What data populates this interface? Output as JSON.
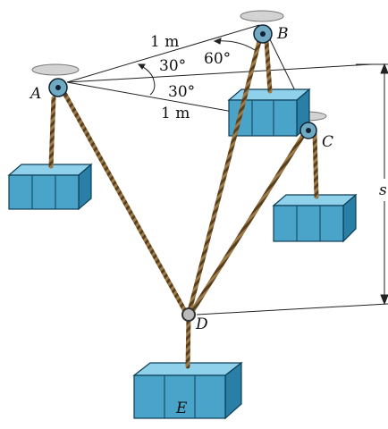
{
  "labels": {
    "point_a": "A",
    "point_b": "B",
    "point_c": "C",
    "point_d": "D",
    "point_e": "E",
    "length_ab": "1 m",
    "length_ac": "1 m",
    "angle_upper": "30°",
    "angle_lower": "30°",
    "angle_b": "60°",
    "dimension_s": "s"
  },
  "colors": {
    "crate_fill": "#4aa3c8",
    "crate_dark": "#2a7fa6",
    "crate_light": "#8fd0ea",
    "crate_stroke": "#0d3f57",
    "rope": "#8a6a3c",
    "rope_dark": "#4d3518",
    "ceiling": "#c8c8c8",
    "pulley": "#6fa9c2"
  }
}
